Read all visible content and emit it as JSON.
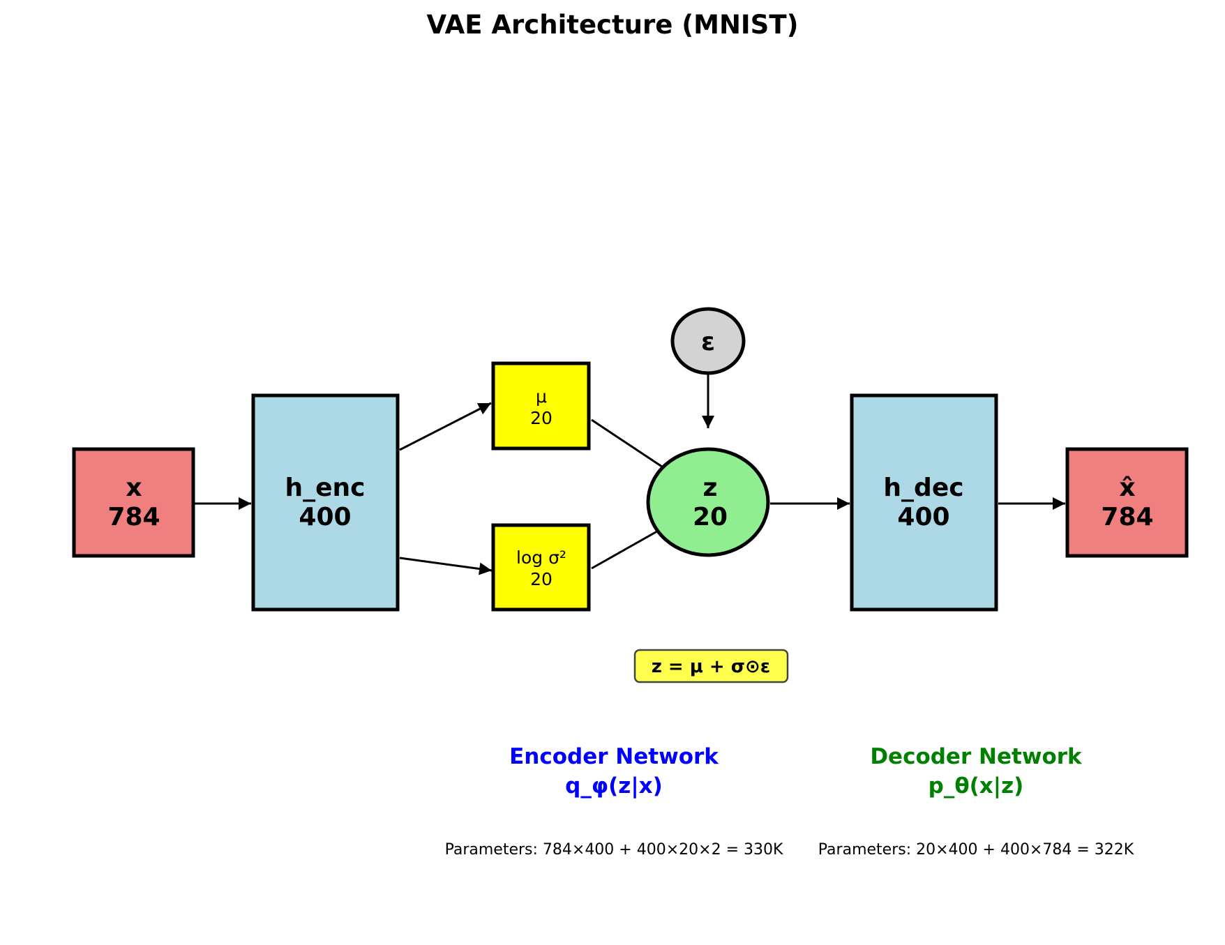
{
  "title": "VAE Architecture (MNIST)",
  "colors": {
    "io": "#f08080",
    "hidden": "#add8e6",
    "latent_params": "#ffff00",
    "latent": "#90ee90",
    "noise": "#d3d3d3",
    "formula_bg": "#ffff44",
    "encoder": "#0000ff",
    "decoder": "#008000"
  },
  "nodes": {
    "x": {
      "name": "x",
      "size": "784"
    },
    "h_enc": {
      "name": "h_enc",
      "size": "400"
    },
    "mu": {
      "name": "μ",
      "size": "20"
    },
    "logvar": {
      "name": "log σ²",
      "size": "20"
    },
    "eps": {
      "name": "ε"
    },
    "z": {
      "name": "z",
      "size": "20"
    },
    "h_dec": {
      "name": "h_dec",
      "size": "400"
    },
    "x_hat": {
      "name": "x̂",
      "size": "784"
    }
  },
  "edges": [
    [
      "x",
      "h_enc"
    ],
    [
      "h_enc",
      "mu"
    ],
    [
      "h_enc",
      "logvar"
    ],
    [
      "mu",
      "z"
    ],
    [
      "logvar",
      "z"
    ],
    [
      "eps",
      "z"
    ],
    [
      "z",
      "h_dec"
    ],
    [
      "h_dec",
      "x_hat"
    ]
  ],
  "formula": "z = μ + σ⊙ε",
  "encoder": {
    "label": "Encoder Network",
    "dist": "q_φ(z|x)",
    "params": "Parameters: 784×400 + 400×20×2 = 330K"
  },
  "decoder": {
    "label": "Decoder Network",
    "dist": "p_θ(x|z)",
    "params": "Parameters: 20×400 + 400×784 = 322K"
  }
}
